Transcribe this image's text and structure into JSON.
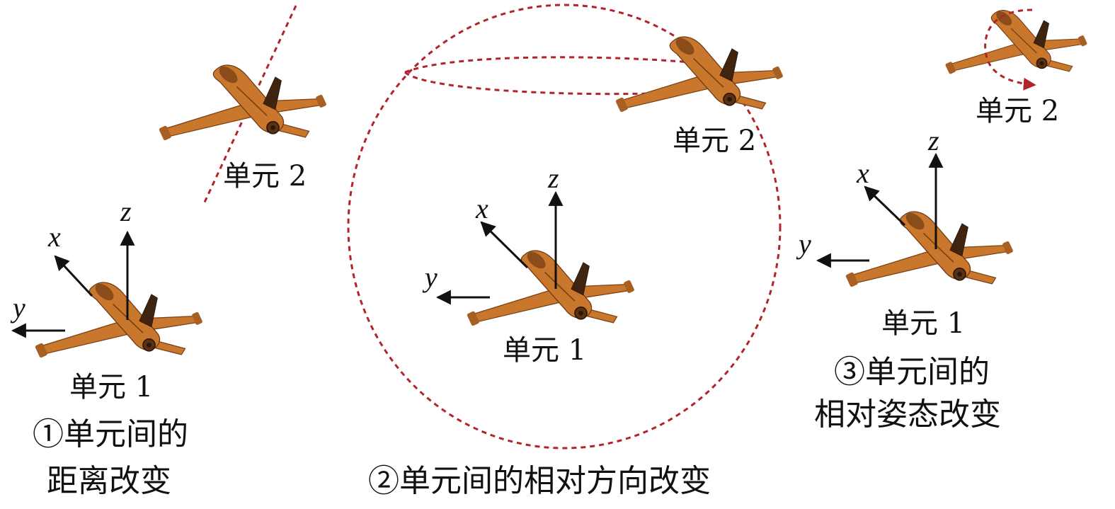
{
  "colors": {
    "aircraft": "#c9772c",
    "aircraft_dark": "#6b3a14",
    "dashed_path": "#b0242c",
    "axes": "#111111"
  },
  "axes_labels": {
    "x": "x",
    "y": "y",
    "z": "z"
  },
  "panel1": {
    "unit1": "单元 1",
    "unit2": "单元 2",
    "caption_line1": "①单元间的",
    "caption_line2": "距离改变"
  },
  "panel2": {
    "unit1": "单元 1",
    "unit2": "单元 2",
    "caption": "②单元间的相对方向改变"
  },
  "panel3": {
    "unit1": "单元 1",
    "unit2": "单元 2",
    "caption_line1": "③单元间的",
    "caption_line2": "相对姿态改变"
  }
}
